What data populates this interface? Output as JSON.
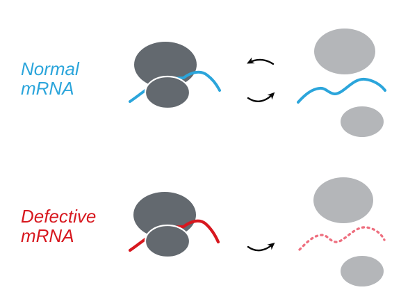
{
  "labels": {
    "normal": {
      "line1": "Normal",
      "line2": "mRNA"
    },
    "defective": {
      "line1": "Defective",
      "line2": "mRNA"
    }
  },
  "colors": {
    "normal_blue": "#2BA5DB",
    "defective_red": "#D7181F",
    "degraded_pink": "#EE6F7F",
    "ribosome_dark": "#63696F",
    "subunit_light": "#B4B6B9",
    "arrow_black": "#0A0A0A",
    "outline_white": "#FFFFFF",
    "background": "#FFFFFF"
  }
}
